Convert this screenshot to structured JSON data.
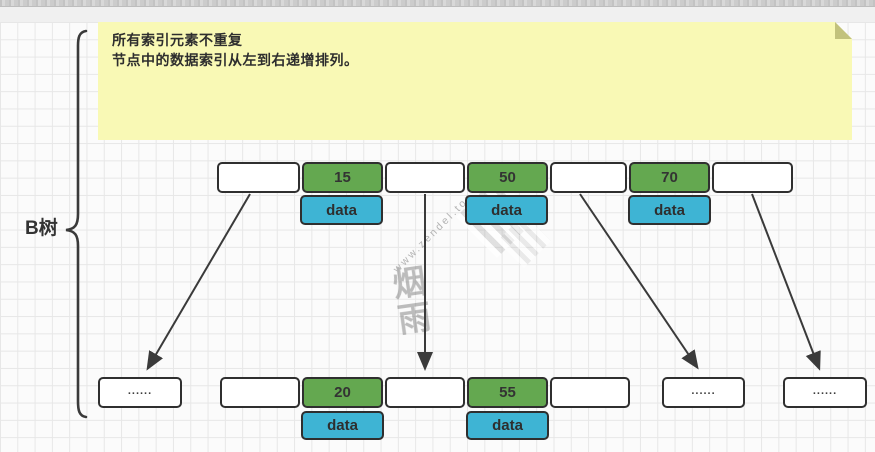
{
  "note": {
    "line1": "所有索引元素不重复",
    "line2": "节点中的数据索引从左到右递增排列。"
  },
  "tree": {
    "label": "B树",
    "root": {
      "keys": [
        {
          "value": "15"
        },
        {
          "value": "50"
        },
        {
          "value": "70"
        }
      ]
    },
    "children": {
      "left_ellipsis": "......",
      "middle": {
        "keys": [
          {
            "value": "20"
          },
          {
            "value": "55"
          }
        ]
      },
      "right_ellipsis_1": "......",
      "right_ellipsis_2": "......"
    }
  },
  "labels": {
    "data": "data",
    "ellipsis": "......"
  },
  "watermark": {
    "text": "www.zendel.top"
  },
  "colors": {
    "key_green": "#64a850",
    "data_blue": "#3eb4d4",
    "note_yellow": "#f9f9b5",
    "note_fold": "#c2c27c",
    "stroke": "#2f2f2f",
    "arrow": "#3a3a3a"
  }
}
